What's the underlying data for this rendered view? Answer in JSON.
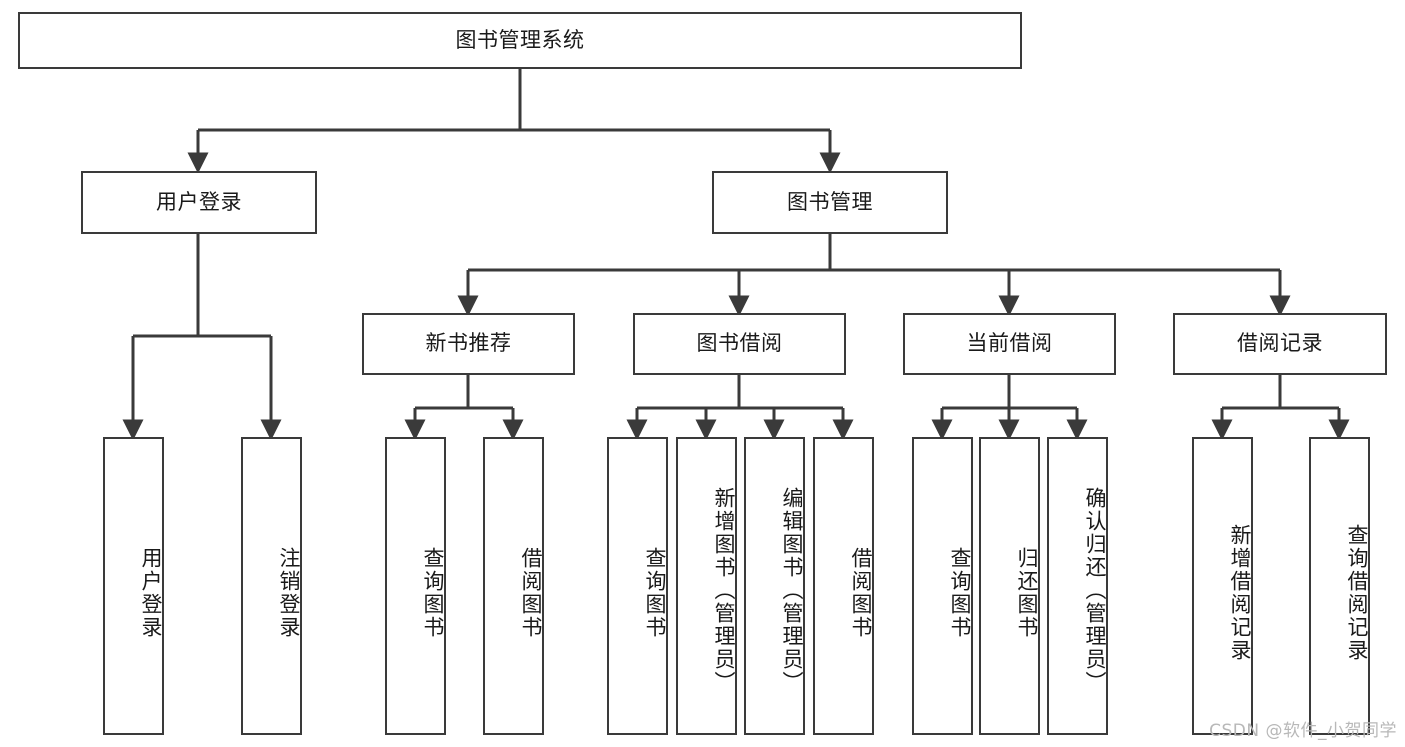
{
  "diagram": {
    "type": "tree-hierarchy-chart",
    "title": "图书管理系统",
    "watermark": "CSDN @软件_小贺同学",
    "colors": {
      "background": "#ffffff",
      "stroke": "#3a3a3a",
      "text": "#1a1a1a",
      "watermark": "#b8b8b8"
    },
    "levels": {
      "root": {
        "label": "图书管理系统"
      },
      "level2": [
        {
          "label": "用户登录"
        },
        {
          "label": "图书管理"
        }
      ],
      "level3": [
        {
          "label": "新书推荐"
        },
        {
          "label": "图书借阅"
        },
        {
          "label": "当前借阅"
        },
        {
          "label": "借阅记录"
        }
      ],
      "leaves": {
        "user_login": [
          {
            "label": "用户登录"
          },
          {
            "label": "注销登录"
          }
        ],
        "new_book_recommend": [
          {
            "label": "查询图书"
          },
          {
            "label": "借阅图书"
          }
        ],
        "book_borrow": [
          {
            "label": "查询图书"
          },
          {
            "label": "新增图书（管理员）"
          },
          {
            "label": "编辑图书（管理员）"
          },
          {
            "label": "借阅图书"
          }
        ],
        "current_borrow": [
          {
            "label": "查询图书"
          },
          {
            "label": "归还图书"
          },
          {
            "label": "确认归还（管理员）"
          }
        ],
        "borrow_record": [
          {
            "label": "新增借阅记录"
          },
          {
            "label": "查询借阅记录"
          }
        ]
      }
    }
  }
}
